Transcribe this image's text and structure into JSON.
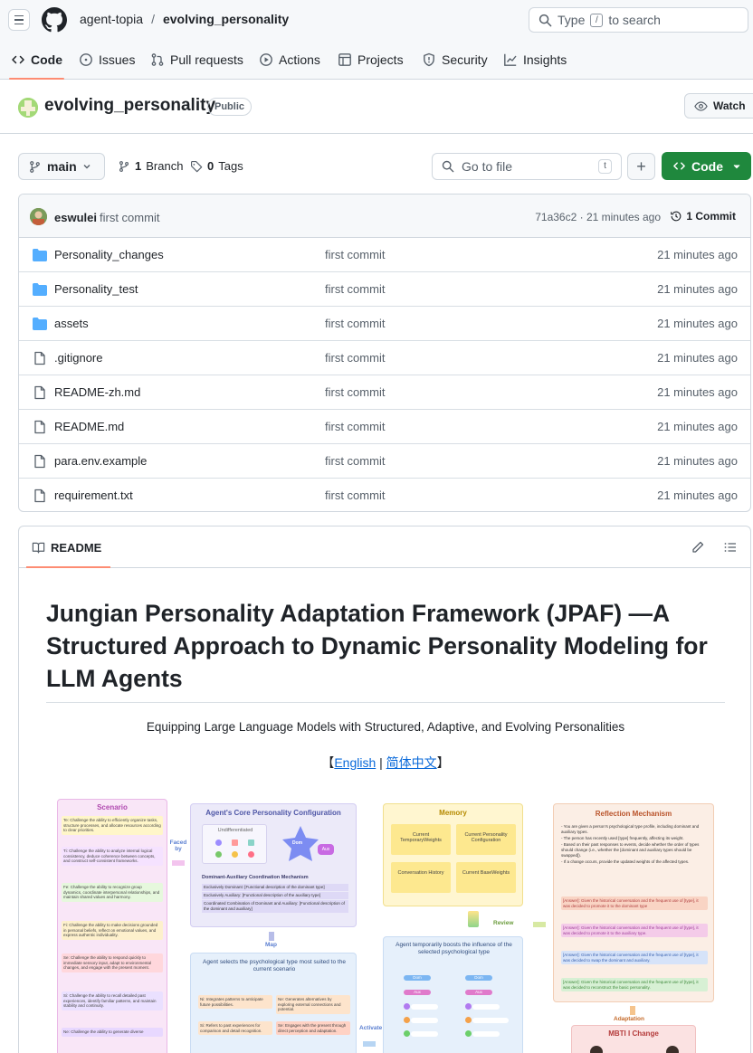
{
  "header": {
    "owner": "agent-topia",
    "separator": "/",
    "repo": "evolving_personality",
    "search_prefix": "Type",
    "search_key": "/",
    "search_suffix": "to search"
  },
  "tabs": [
    {
      "label": "Code",
      "icon": "code-icon"
    },
    {
      "label": "Issues",
      "icon": "issue-icon"
    },
    {
      "label": "Pull requests",
      "icon": "pull-request-icon"
    },
    {
      "label": "Actions",
      "icon": "play-icon"
    },
    {
      "label": "Projects",
      "icon": "table-icon"
    },
    {
      "label": "Security",
      "icon": "shield-icon"
    },
    {
      "label": "Insights",
      "icon": "graph-icon"
    }
  ],
  "repo": {
    "name": "evolving_personality",
    "visibility": "Public",
    "watch_label": "Watch"
  },
  "branch_bar": {
    "branch": "main",
    "branches_count": "1",
    "branches_label": "Branch",
    "tags_count": "0",
    "tags_label": "Tags",
    "go_to_file": "Go to file",
    "go_to_file_key": "t",
    "plus": "+",
    "code_label": "Code"
  },
  "last_commit": {
    "author": "eswulei",
    "message": "first commit",
    "hash_time": "71a36c2 · 21 minutes ago",
    "commits_label": "1 Commit"
  },
  "files": [
    {
      "name": "Personality_changes",
      "type": "dir",
      "message": "first commit",
      "time": "21 minutes ago"
    },
    {
      "name": "Personality_test",
      "type": "dir",
      "message": "first commit",
      "time": "21 minutes ago"
    },
    {
      "name": "assets",
      "type": "dir",
      "message": "first commit",
      "time": "21 minutes ago"
    },
    {
      "name": ".gitignore",
      "type": "file",
      "message": "first commit",
      "time": "21 minutes ago"
    },
    {
      "name": "README-zh.md",
      "type": "file",
      "message": "first commit",
      "time": "21 minutes ago"
    },
    {
      "name": "README.md",
      "type": "file",
      "message": "first commit",
      "time": "21 minutes ago"
    },
    {
      "name": "para.env.example",
      "type": "file",
      "message": "first commit",
      "time": "21 minutes ago"
    },
    {
      "name": "requirement.txt",
      "type": "file",
      "message": "first commit",
      "time": "21 minutes ago"
    }
  ],
  "readme": {
    "tab_label": "README",
    "title": "Jungian Personality Adaptation Framework (JPAF) —A Structured Approach to Dynamic Personality Modeling for LLM Agents",
    "subtitle": "Equipping Large Language Models with Structured, Adaptive, and Evolving Personalities",
    "lang_open": "【",
    "lang_english": "English",
    "lang_sep": " | ",
    "lang_chinese": "简体中文",
    "lang_close": "】"
  },
  "figure": {
    "scenario_title": "Scenario",
    "scenario_items": [
      "Te: Challenge the ability to efficiently organize tasks, structure processes, and allocate resources according to clear priorities.",
      "Ti: Challenge the ability to analyze internal logical consistency, deduce coherence between concepts, and construct self-consistent frameworks.",
      "Fe: Challenge the ability to recognize group dynamics, coordinate interpersonal relationships, and maintain shared values and harmony.",
      "Fi: Challenge the ability to make decisions grounded in personal beliefs, reflect on emotional values, and express authentic individuality.",
      "Se: Challenge the ability to respond quickly to immediate sensory input, adapt to environmental changes, and engage with the present moment.",
      "Si: Challenge the ability to recall detailed past experiences, identify familiar patterns, and maintain stability and continuity.",
      "Ne: Challenge the ability to generate diverse"
    ],
    "faced_by": "Faced by",
    "core_title": "Agent's Core Personality Configuration",
    "undiff_label": "Undifferentiated",
    "dom_label": "Dom",
    "aux_label": "Aux",
    "mechanism_title": "Dominant-Auxiliary Coordination Mechanism",
    "mechanism_lines": [
      "Exclusively Dominant: [Functional description of the dominant type]",
      "Exclusively Auxiliary: [Functional description of the auxiliary type]",
      "Coordinated Combination of Dominant and Auxiliary: [Functional description of the dominant and auxiliary]"
    ],
    "map_label": "Map",
    "select_title": "Agent selects the psychological type most suited to the current scenario",
    "select_items": [
      "Ni: Integrates patterns to anticipate future possibilities.",
      "Ne: Generates alternatives by exploring external connections and potential.",
      "Si: Refers to past experiences for comparison and detail recognition.",
      "Se: Engages with the present through direct perception and adaptation."
    ],
    "activate_label": "Activate",
    "memory_title": "Memory",
    "memory_items": [
      "Current TemporaryWeights",
      "Current Personality Configuration",
      "Conversation History",
      "Current BaseWeights"
    ],
    "review_label": "Review",
    "boost_title": "Agent temporarily boosts the influence of the selected psychological type",
    "boost_pills": [
      "Dom",
      "Dom",
      "Aux",
      "Aux"
    ],
    "reflection_title": "Reflection Mechanism",
    "reflection_lines": [
      "- You are given a person's psychological type profile, including dominant and auxiliary types.",
      "- The person has recently used [type] frequently, affecting its weight.",
      "- Based on their past responses to events, decide whether the order of types should change (i.e., whether the [dominant and auxiliary types should be swapped]).",
      "- If a change occurs, provide the updated weights of the affected types."
    ],
    "answers": [
      "[Answer]: Given the historical conversation and the frequent use of [type], it was decided to promote it to the dominant type",
      "[Answer]: Given the historical conversation and the frequent use of [type], it was decided to promote it to the auxiliary type.",
      "[Answer]: Given the historical conversation and the frequent use of [type], it was decided to swap the dominant and auxiliary.",
      "[Answer]: Given the historical conversation and the frequent use of [type], it was decided to reconstruct the basic personality."
    ],
    "adaptation_label": "Adaptation",
    "mbti_label": "MBTI I Change"
  },
  "colors": {
    "accent_underline": "#fd8c73",
    "code_button": "#1f883d",
    "link": "#0969da",
    "folder": "#54aeff"
  }
}
